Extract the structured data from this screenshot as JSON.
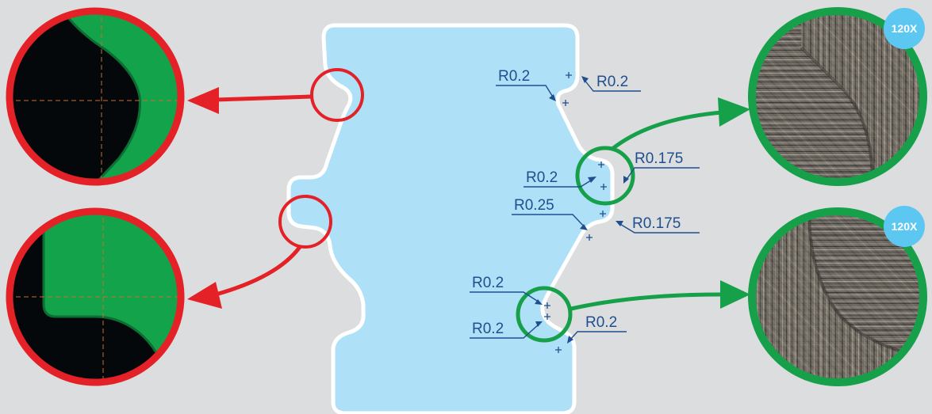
{
  "radius_labels": {
    "top_left": "R0.2",
    "top_right": "R0.2",
    "mid_upper_right": "R0.175",
    "mid_upper_left": "R0.2",
    "mid_lower_left": "R0.25",
    "mid_lower_right": "R0.175",
    "bottom_upper_left": "R0.2",
    "bottom_lower_left": "R0.2",
    "bottom_right": "R0.2"
  },
  "magnification_badges": {
    "upper": "120X",
    "lower": "120X"
  },
  "colors": {
    "background": "#dcdddf",
    "part_fill": "#aee0f8",
    "outline": "#ffffff",
    "red_accent": "#e42127",
    "green_accent": "#17a04a",
    "badge": "#5cc8f2",
    "label": "#1f4f8f"
  }
}
